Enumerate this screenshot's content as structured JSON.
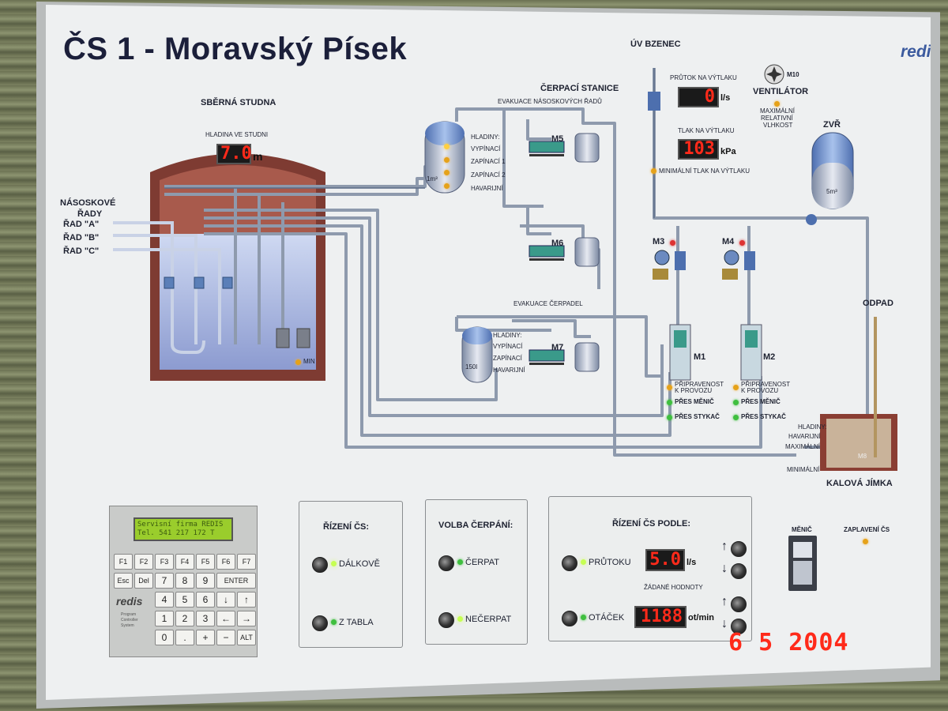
{
  "title": "ČS 1 - Moravský Písek",
  "brand": "redis",
  "sump": {
    "label": "SBĚRNÁ STUDNA",
    "level_label": "HLADINA VE STUDNI",
    "level_value": "7.0",
    "level_unit": "m",
    "min_label": "MIN"
  },
  "lines": {
    "label_1": "NÁSOSKOVÉ",
    "label_2": "ŘADY",
    "a": "ŘAD \"A\"",
    "b": "ŘAD \"B\"",
    "c": "ŘAD \"C\""
  },
  "station": {
    "label": "ČERPACÍ STANICE",
    "evac_lines": "EVAKUACE NÁSOSKOVÝCH ŘADŮ",
    "evac_pumps": "EVAKUACE ČERPADEL"
  },
  "tank_upper": {
    "volume": "1m³",
    "levels_title": "HLADINY:",
    "l1": "VYPÍNACÍ",
    "l2": "ZAPÍNACÍ 1",
    "l3": "ZAPÍNACÍ 2",
    "l4": "HAVARIJNÍ"
  },
  "tank_lower": {
    "volume": "150l",
    "levels_title": "HLADINY:",
    "l1": "VYPÍNACÍ",
    "l2": "ZAPÍNACÍ",
    "l3": "HAVARIJNÍ"
  },
  "pumps": {
    "m1": "M1",
    "m2": "M2",
    "m3": "M3",
    "m4": "M4",
    "m5": "M5",
    "m6": "M6",
    "m7": "M7",
    "m8": "M8",
    "m10": "M10"
  },
  "outlet": {
    "label": "ÚV BZENEC",
    "flow_label": "PRŮTOK NA VÝTLAKU",
    "flow_value": "0",
    "flow_unit": "l/s",
    "pressure_label": "TLAK NA VÝTLAKU",
    "pressure_value": "103",
    "pressure_unit": "kPa",
    "min_pressure_label": "MINIMÁLNÍ TLAK NA VÝTLAKU"
  },
  "fan": {
    "label": "VENTILÁTOR",
    "note_1": "MAXIMÁLNÍ",
    "note_2": "RELATIVNÍ",
    "note_3": "VLHKOST"
  },
  "pressure_vessel": {
    "label": "ZVŘ",
    "volume": "5m³"
  },
  "pump_status": {
    "ready_1": "PŘIPRAVENOST",
    "ready_2": "K PROVOZU",
    "via_inverter": "PŘES MĚNIČ",
    "via_contactor": "PŘES STYKAČ"
  },
  "sludge": {
    "label": "KALOVÁ JÍMKA",
    "drain": "ODPAD",
    "levels": "HLADINY:",
    "l1": "HAVARIJNÍ",
    "l2": "MAXIMÁLNÍ",
    "l3": "MINIMÁLNÍ"
  },
  "keypad": {
    "lcd_line1": "Servisní firma REDIS",
    "lcd_line2": "Tel. 541 217 172 T",
    "f_keys": [
      "F1",
      "F2",
      "F3",
      "F4",
      "F5",
      "F6",
      "F7"
    ],
    "row2": [
      "Esc",
      "Del",
      "7",
      "8",
      "9"
    ],
    "enter": "ENTER",
    "row3": [
      "4",
      "5",
      "6",
      "↓",
      "↑"
    ],
    "row4": [
      "1",
      "2",
      "3",
      "←",
      "→"
    ],
    "row5": [
      "0",
      ".",
      "+",
      "−",
      "ALT"
    ],
    "brand": "redis",
    "sub": [
      "Program",
      "Controller",
      "System"
    ]
  },
  "control": {
    "title": "ŘÍZENÍ ČS:",
    "remote": "DÁLKOVĚ",
    "local": "Z TABLA"
  },
  "pumping": {
    "title": "VOLBA ČERPÁNÍ:",
    "pump": "ČERPAT",
    "nopump": "NEČERPAT"
  },
  "regulation": {
    "title": "ŘÍZENÍ ČS PODLE:",
    "flow": "PRŮTOKU",
    "flow_value": "5.0",
    "flow_unit": "l/s",
    "setpoints": "ŽÁDANÉ HODNOTY",
    "speed": "OTÁČEK",
    "speed_value": "1188",
    "speed_unit": "ot/min",
    "up": "↑",
    "down": "↓"
  },
  "inverter": {
    "label": "MĚNIČ"
  },
  "flooding": {
    "label": "ZAPLAVENÍ ČS"
  },
  "photo_date": "6  5 2004",
  "colors": {
    "pipe": "#8e9aad",
    "pipe_dark": "#5c6c88",
    "sump_wall": "#7e3b32",
    "water": "#aab7e0",
    "display_bg": "#1a1a1a",
    "display_digits": "#ff2a1a",
    "led_green": "#3fbf3f",
    "led_orange": "#e5a21a"
  }
}
